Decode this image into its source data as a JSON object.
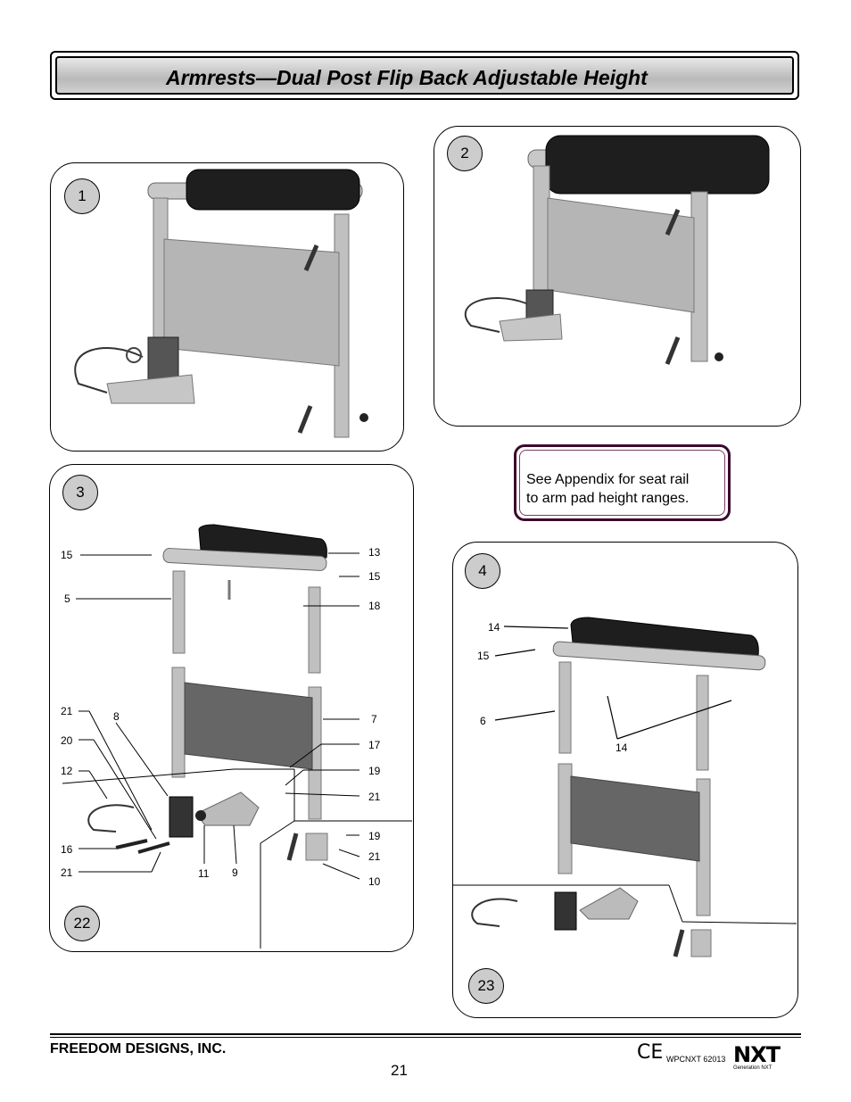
{
  "header": {
    "title": "Armrests—Dual Post Flip Back Adjustable Height"
  },
  "steps": {
    "s1": "1",
    "s2": "2",
    "s3": "3",
    "s4": "4",
    "s22": "22",
    "s23": "23"
  },
  "note": {
    "line1": "See Appendix for seat rail",
    "line2": "to arm pad height ranges."
  },
  "labels3": {
    "l15a": "15",
    "l5": "5",
    "l13": "13",
    "l15b": "15",
    "l18": "18",
    "l21a": "21",
    "l8": "8",
    "l7": "7",
    "l20": "20",
    "l17": "17",
    "l12": "12",
    "l19a": "19",
    "l21b": "21",
    "l16": "16",
    "l21c": "21",
    "l11": "11",
    "l9": "9",
    "l19b": "19",
    "l21d": "21",
    "l10": "10"
  },
  "labels4": {
    "l14a": "14",
    "l15": "15",
    "l6": "6",
    "l14b": "14"
  },
  "footer": {
    "company": "FREEDOM DESIGNS, INC.",
    "page": "21",
    "ce": "CE",
    "code": "WPCNXT 62013",
    "brand": "NXT",
    "brand_sub": "Generation NXT"
  }
}
